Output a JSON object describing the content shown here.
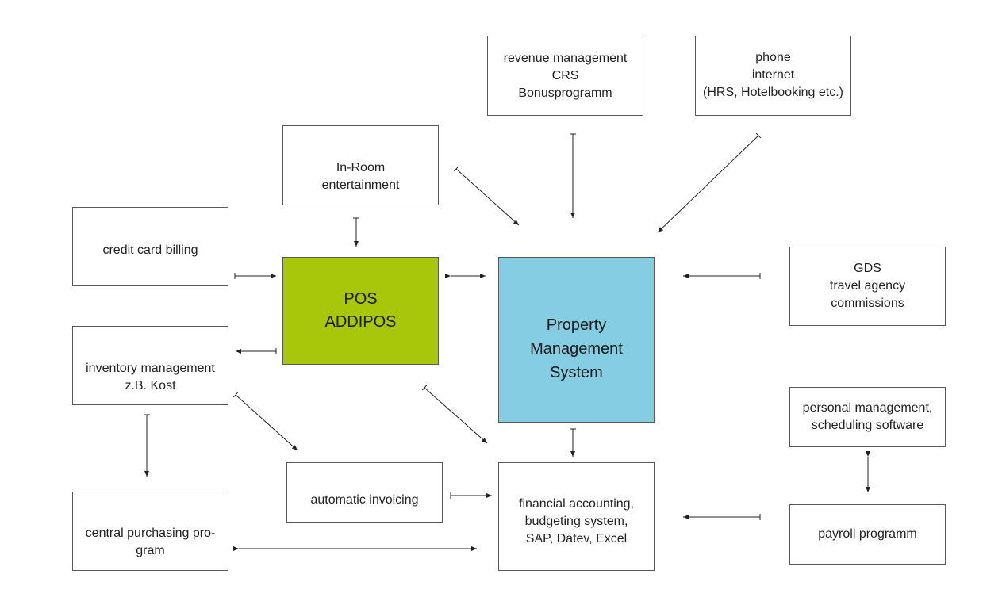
{
  "colors": {
    "pos_fill": "#a8c70a",
    "pms_fill": "#85cde3",
    "box_border": "#595959",
    "arrow": "#222222"
  },
  "boxes": {
    "revenue": "revenue management\nCRS\nBonusprogramm",
    "phone": "phone\ninternet\n(HRS, Hotelbooking etc.)",
    "inroom": "In-Room\nentertainment",
    "creditcard": "credit card billing",
    "pos": "POS\nADDIPOS",
    "pms": "Property\nManagement\nSystem",
    "gds": "GDS\ntravel agency\ncommissions",
    "inventory": "inventory management\nz.B. Kost",
    "personal": "personal management,\nscheduling software",
    "invoicing": "automatic invoicing",
    "financial": "financial accounting,\nbudgeting system,\nSAP, Datev, Excel",
    "central": "central purchasing pro-\ngram",
    "payroll": "payroll programm"
  }
}
